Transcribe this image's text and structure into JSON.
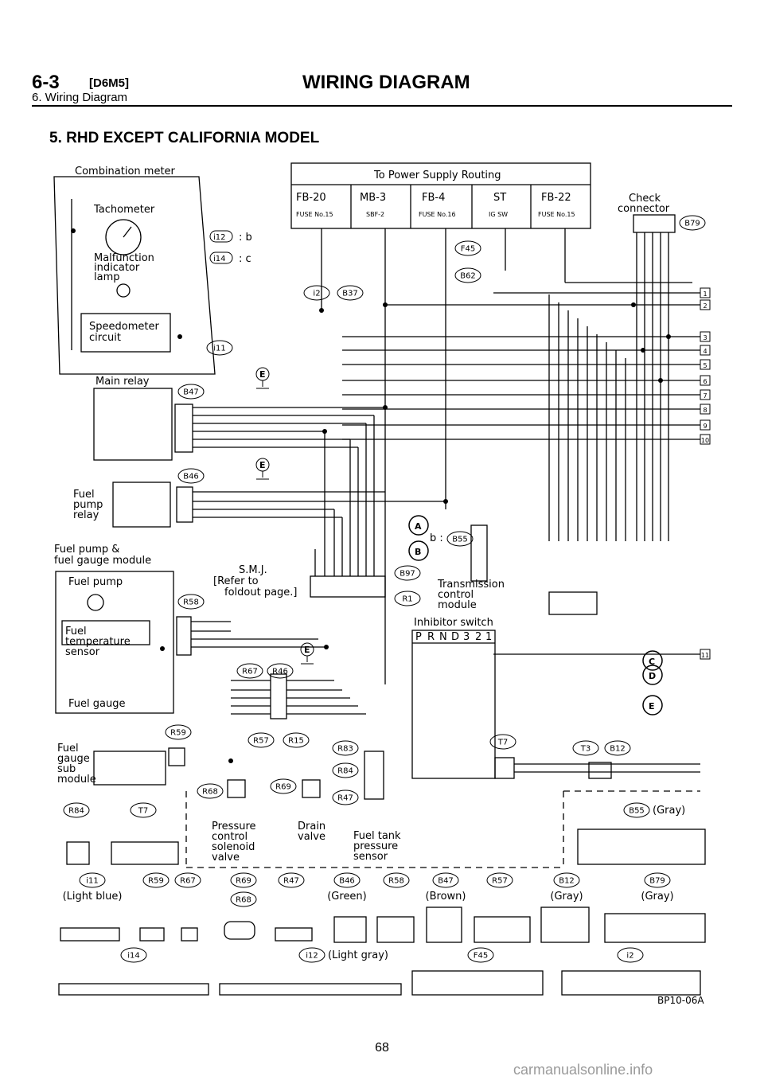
{
  "header": {
    "section_number": "6-3",
    "section_code": "[D6M5]",
    "subtitle": "6. Wiring Diagram",
    "title": "WIRING DIAGRAM"
  },
  "section_title": "5. RHD EXCEPT CALIFORNIA MODEL",
  "power_supply": {
    "title": "To Power Supply Routing",
    "items": [
      {
        "name": "FB-20",
        "sub": "FUSE No.15"
      },
      {
        "name": "MB-3",
        "sub": "SBF-2"
      },
      {
        "name": "FB-4",
        "sub": "FUSE No.16"
      },
      {
        "name": "ST",
        "sub": "IG SW"
      },
      {
        "name": "FB-22",
        "sub": "FUSE No.15"
      }
    ]
  },
  "components": {
    "combination_meter": "Combination meter",
    "tachometer": "Tachometer",
    "mil": [
      "Malfunction",
      "indicator",
      "lamp"
    ],
    "speedometer": [
      "Speedometer",
      "circuit"
    ],
    "main_relay": "Main relay",
    "fuel_pump_relay": [
      "Fuel",
      "pump",
      "relay"
    ],
    "fuel_pump_module": [
      "Fuel pump &",
      "fuel gauge module"
    ],
    "fuel_pump": "Fuel pump",
    "fuel_temp": [
      "Fuel",
      "temperature",
      "sensor"
    ],
    "fuel_gauge": "Fuel gauge",
    "fuel_gauge_sub": [
      "Fuel",
      "gauge",
      "sub",
      "module"
    ],
    "smj": [
      "S.M.J.",
      "[Refer to",
      "foldout page.]"
    ],
    "tcm": [
      "Transmission",
      "control",
      "module"
    ],
    "inhibitor": "Inhibitor switch",
    "inhibitor_pos": [
      "P",
      "R",
      "N",
      "D",
      "3",
      "2",
      "1"
    ],
    "check_connector": [
      "Check",
      "connector"
    ],
    "pressure_valve": [
      "Pressure",
      "control",
      "solenoid",
      "valve"
    ],
    "drain_valve": [
      "Drain",
      "valve"
    ],
    "fuel_tank_sensor": [
      "Fuel tank",
      "pressure",
      "sensor"
    ]
  },
  "connectors": {
    "i12_b": "i12",
    "b_label": ": b",
    "i14_c": "i14",
    "c_label": ": c",
    "b_b55": "b :",
    "list": [
      "i2",
      "B37",
      "i11",
      "B47",
      "B46",
      "B55",
      "B97",
      "R1",
      "R58",
      "R67",
      "R46",
      "R57",
      "R15",
      "R59",
      "R68",
      "R69",
      "R83",
      "R84",
      "R47",
      "T7",
      "T3",
      "B12",
      "B79",
      "F45",
      "B62"
    ]
  },
  "grounds": [
    "E",
    "E",
    "E"
  ],
  "refs": [
    "A",
    "B",
    "C",
    "D",
    "E"
  ],
  "check_pins": [
    "1",
    "2",
    "3",
    "4",
    "5",
    "6",
    "7",
    "8",
    "9",
    "10",
    "11"
  ],
  "legend": {
    "row1": [
      {
        "id": "R84",
        "color": ""
      },
      {
        "id": "T7",
        "color": ""
      },
      {
        "id": "B55",
        "color": "(Gray)"
      }
    ],
    "row2_ids": [
      "i11",
      "R59",
      "R67",
      "R69",
      "R47",
      "B46",
      "R58",
      "B47",
      "R57",
      "B12",
      "B79"
    ],
    "row2_colors": [
      "(Light blue)",
      "",
      "",
      "",
      "",
      "(Green)",
      "",
      "(Brown)",
      "",
      "(Gray)",
      "(Gray)"
    ],
    "row2_extra": "R68",
    "row3_ids": [
      "i14",
      "i12",
      "F45",
      "i2"
    ],
    "row3_colors": [
      "",
      "(Light gray)",
      "",
      ""
    ]
  },
  "figure_code": "BP10-06A",
  "page_number": "68",
  "watermark": "carmanualsonline.info"
}
